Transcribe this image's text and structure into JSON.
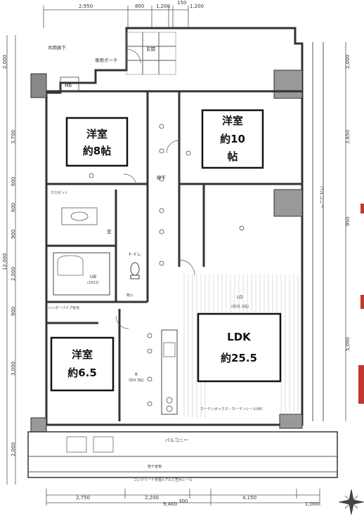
{
  "dimensions": {
    "top": [
      "2,950",
      "800",
      "1,200",
      "150",
      "1,200"
    ],
    "bottom": [
      "2,750",
      "2,200",
      "4,150",
      "300",
      "1,000"
    ],
    "bottom_total": "9,400",
    "left": [
      "2,000",
      "3,700",
      "600",
      "600",
      "900",
      "2,000",
      "900",
      "3,000",
      "2,000"
    ],
    "left_total": "12,000",
    "right": [
      "2,000",
      "3,650",
      "950",
      "5,000"
    ]
  },
  "rooms": {
    "western_8": {
      "line1": "洋室",
      "line2": "約8帖"
    },
    "western_10": {
      "line1": "洋室",
      "line2": "約10",
      "line3": "帖"
    },
    "ldk": {
      "line1": "LDK",
      "line2": "約25.5"
    },
    "western_65": {
      "line1": "洋室",
      "line2": "約6.5"
    }
  },
  "labels": {
    "common_corridor": "共用廊下",
    "entrance": "玄関",
    "private_porch": "専用ポーチ",
    "mb": "MB",
    "hallway": "廊下",
    "washroom": "室",
    "ub": "UB",
    "ub_size": "(1622)",
    "toilet": "トイレ",
    "kitchen": "K",
    "kitchen_area": "(約4.3帖)",
    "ld": "LD",
    "ld_area": "(約21.2帖)",
    "balcony_bottom": "バルコニー",
    "balcony_right": "バルコニー",
    "closet": "クロゼット",
    "storage": "物入",
    "curtain_rail": "カーテンボックス・カーテンレール(W)",
    "hanger_pipe": "ハンガーパイプ有効",
    "concrete_handrail": "コンクリート手摺+アルミ笠木レール",
    "hoist": "物干金物"
  },
  "compass": {
    "name": "north-arrow"
  },
  "colors": {
    "line": "#333333",
    "background": "#ffffff"
  }
}
